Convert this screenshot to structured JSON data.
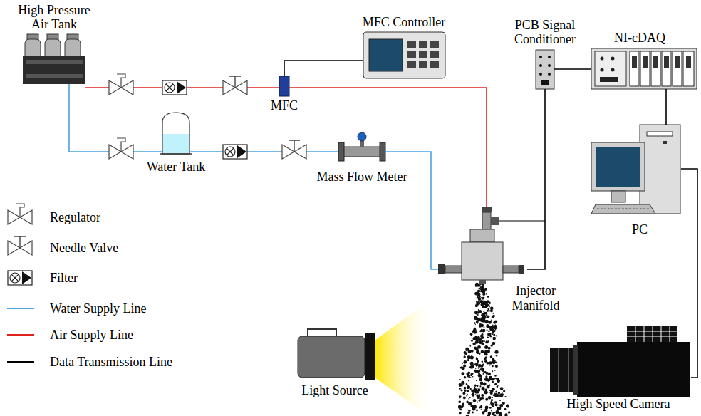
{
  "diagram": {
    "nodes": [
      {
        "text": [
          "High Pressure Air Tank"
        ]
      },
      {
        "text": [
          "MFC Controller"
        ]
      },
      {
        "text": [
          "PCB Signal Conditioner"
        ]
      },
      {
        "text": [
          "NI-cDAQ"
        ]
      },
      {
        "text": [
          "MFC"
        ]
      },
      {
        "text": [
          "Water Tank"
        ]
      },
      {
        "text": [
          "Mass Flow Meter"
        ]
      },
      {
        "text": [
          "PC"
        ]
      },
      {
        "text": [
          "Injector Manifold"
        ]
      },
      {
        "text": [
          "Light Source"
        ]
      },
      {
        "text": [
          "High Speed Camera"
        ]
      }
    ],
    "edges": [
      {
        "from": 0,
        "to": 4,
        "arrow": "none"
      },
      {
        "from": 4,
        "to": 8,
        "arrow": "none"
      },
      {
        "from": 1,
        "to": 4,
        "arrow": "none"
      },
      {
        "from": 0,
        "to": 5,
        "arrow": "none"
      },
      {
        "from": 5,
        "to": 6,
        "arrow": "none"
      },
      {
        "from": 6,
        "to": 8,
        "arrow": "none"
      },
      {
        "from": 8,
        "to": 2,
        "arrow": "none"
      },
      {
        "from": 2,
        "to": 3,
        "arrow": "none"
      },
      {
        "from": 3,
        "to": 7,
        "arrow": "none"
      },
      {
        "from": 10,
        "to": 7,
        "arrow": "none"
      }
    ],
    "legend": [
      {
        "text": "Regulator"
      },
      {
        "text": "Needle Valve"
      },
      {
        "text": "Filter"
      },
      {
        "text": "Water Supply Line"
      },
      {
        "text": "Air Supply Line"
      },
      {
        "text": "Data Transmission Line"
      }
    ]
  }
}
